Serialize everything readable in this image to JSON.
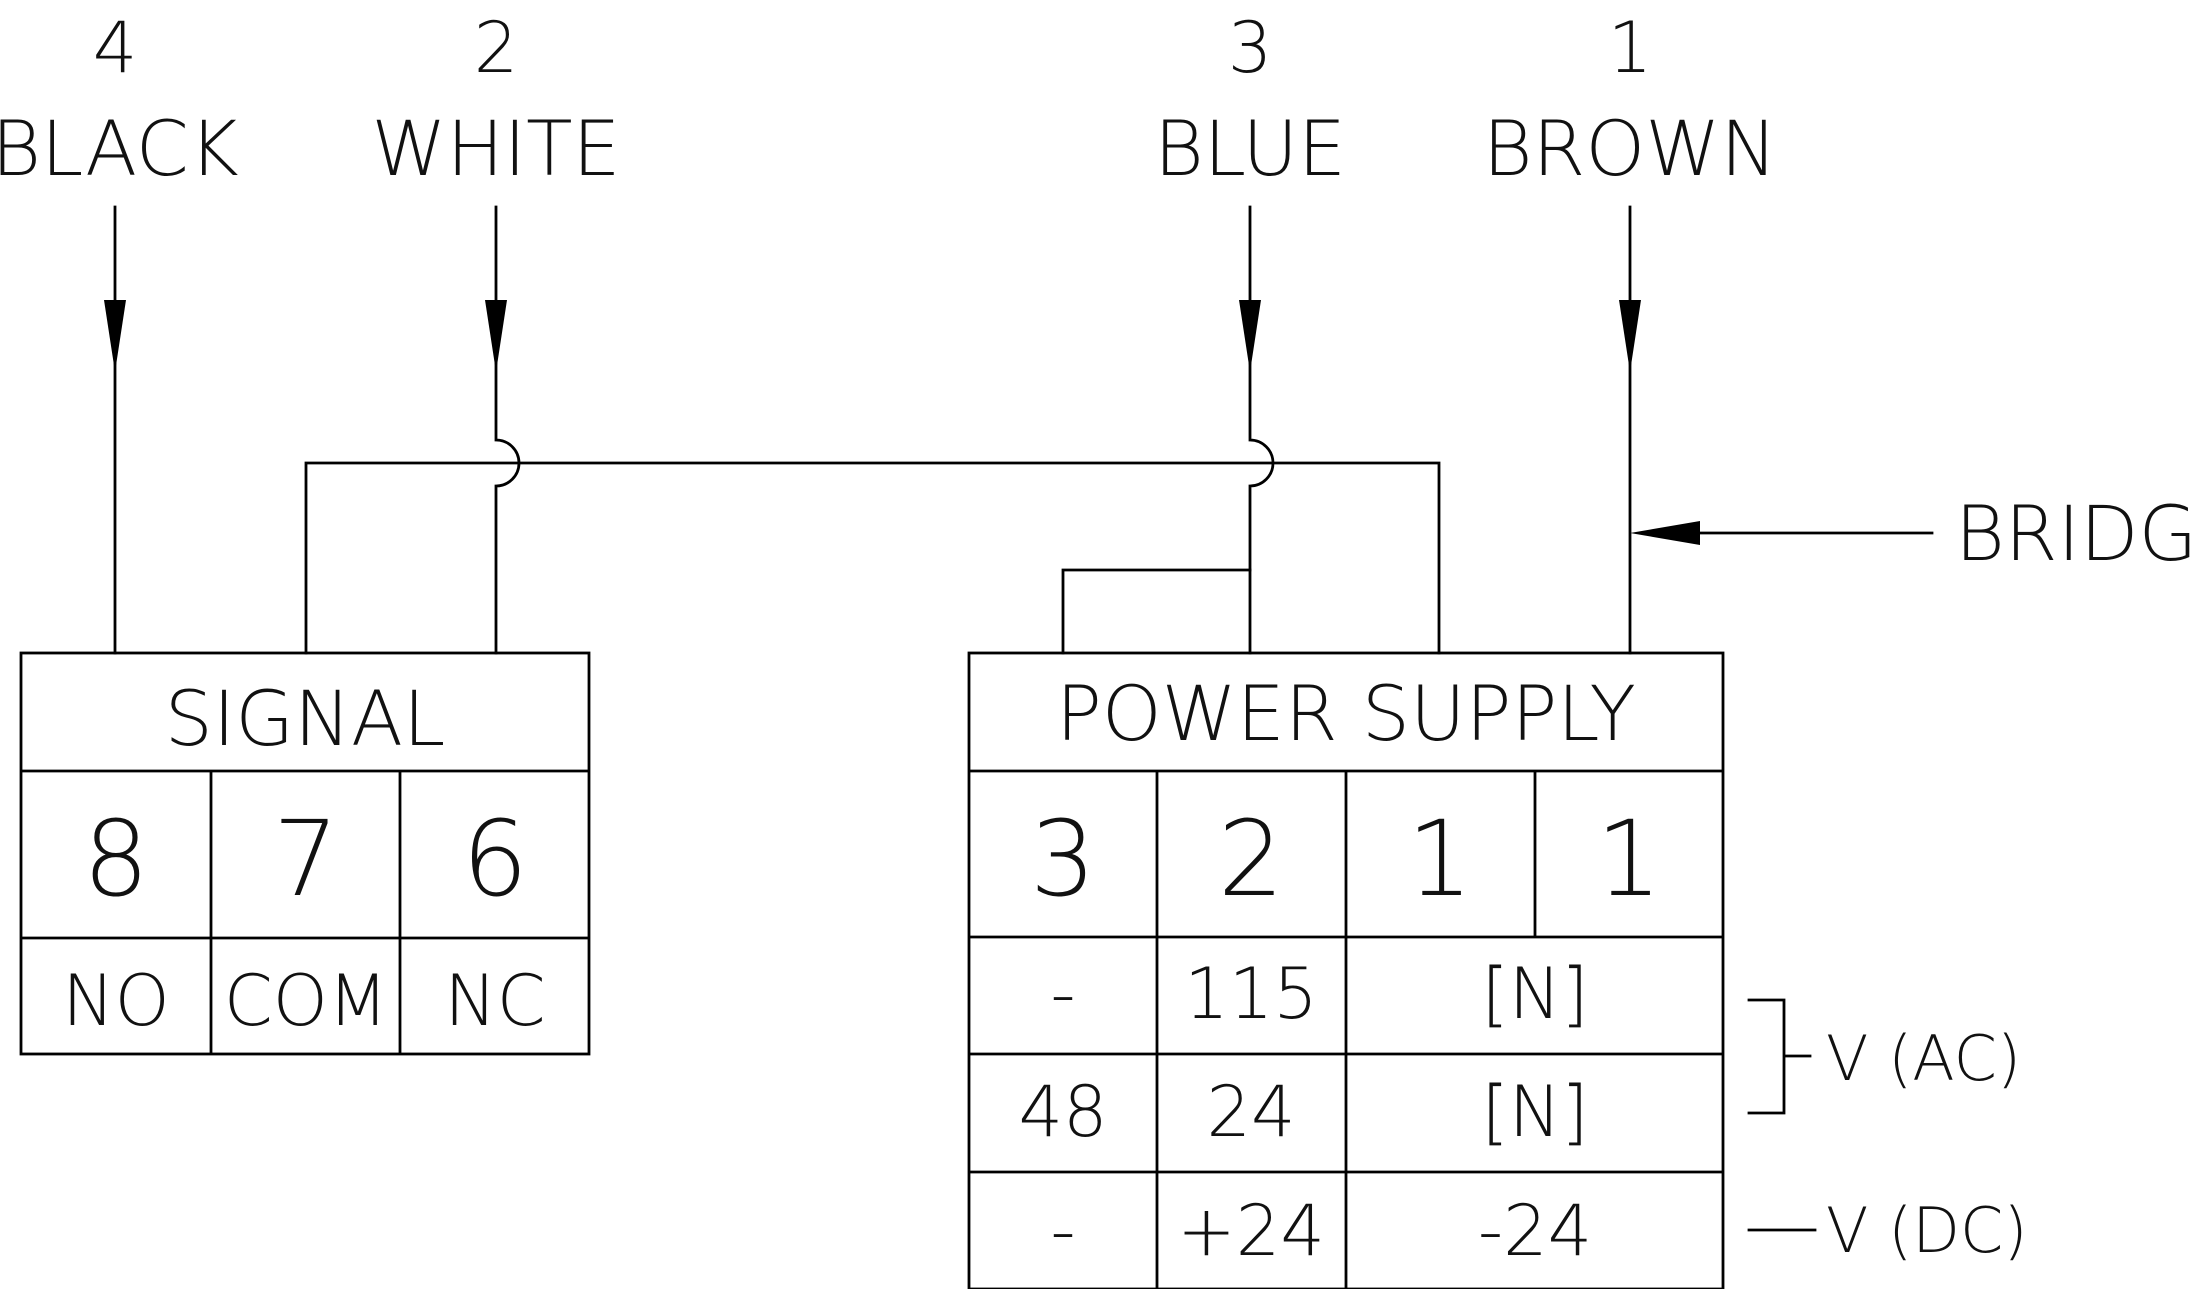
{
  "wires": [
    {
      "number": "4",
      "color": "BLACK"
    },
    {
      "number": "2",
      "color": "WHITE"
    },
    {
      "number": "3",
      "color": "BLUE"
    },
    {
      "number": "1",
      "color": "BROWN"
    }
  ],
  "bridge_label": "BRIDGE",
  "signal": {
    "title": "SIGNAL",
    "terminals": [
      "8",
      "7",
      "6"
    ],
    "functions": [
      "NO",
      "COM",
      "NC"
    ]
  },
  "power_supply": {
    "title": "POWER SUPPLY",
    "terminals": [
      "3",
      "2",
      "1",
      "1"
    ],
    "rows": [
      {
        "t3": "-",
        "t2": "115",
        "t1": "[N]"
      },
      {
        "t3": "48",
        "t2": "24",
        "t1": "[N]"
      },
      {
        "t3": "-",
        "t2": "+24",
        "t1": "-24"
      }
    ],
    "legend_ac": "V (AC)",
    "legend_dc": "V (DC)"
  }
}
